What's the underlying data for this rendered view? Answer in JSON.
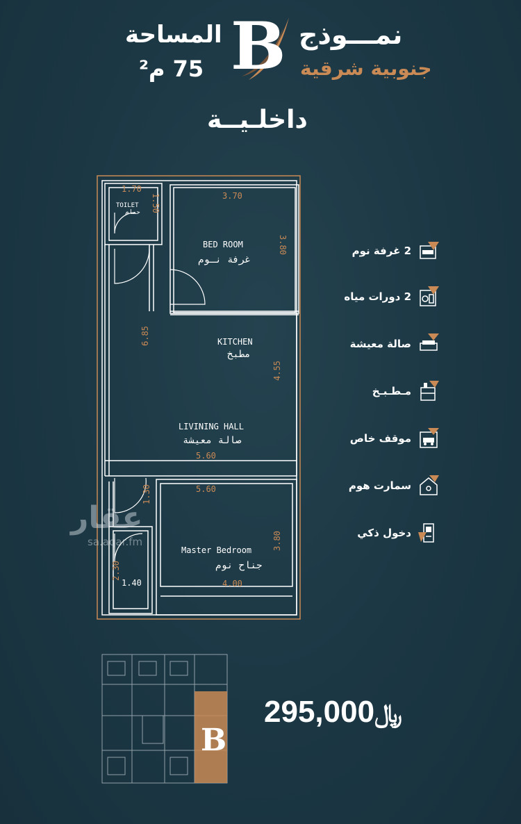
{
  "header": {
    "model_word": "نمـــوذج",
    "model_letter": "B",
    "orientation": "جنوبية شرقية",
    "area_label": "المساحة",
    "area_value": "75 م²",
    "section": "داخلـيــة"
  },
  "plan": {
    "toilet_en": "TOILET",
    "toilet_ar": "حمام",
    "bedroom_en": "BED ROOM",
    "bedroom_ar": "غرفة نـوم",
    "kitchen_en": "KITCHEN",
    "kitchen_ar": "مطبخ",
    "living_en": "LIVINING HALL",
    "living_ar": "صالة معيشة",
    "master_en": "Master Bedroom",
    "master_ar": "جناح نوم",
    "dims": {
      "toilet_w": "1.70",
      "toilet_h": "1.50",
      "bed_w": "3.70",
      "bed_h": "3.80",
      "left_h": "6.85",
      "kitchen_h": "4.55",
      "living_w": "5.60",
      "master_w_top": "5.60",
      "corr_h": "1.30",
      "master_h": "3.80",
      "bath_h": "2.30",
      "bath_w": "1.40",
      "master_w": "4.00"
    }
  },
  "features": [
    {
      "label": "2 غرفة نوم",
      "icon": "bed-icon"
    },
    {
      "label": "2 دورات مياه",
      "icon": "bathroom-icon"
    },
    {
      "label": "صالة معيشة",
      "icon": "sofa-icon"
    },
    {
      "label": "مـطـبـخ",
      "icon": "kitchen-icon"
    },
    {
      "label": "موقف خاص",
      "icon": "parking-icon"
    },
    {
      "label": "سمارت هوم",
      "icon": "smart-home-icon"
    },
    {
      "label": "دخول ذكي",
      "icon": "smart-lock-icon"
    }
  ],
  "price": {
    "amount": "295,000",
    "currency": "﷼"
  },
  "mini_plan": {
    "letter": "B"
  },
  "watermark": {
    "name": "عقار",
    "url": "sa.aqar.fm"
  },
  "colors": {
    "background": "#1d3947",
    "accent": "#c98a55",
    "text": "#ffffff"
  }
}
